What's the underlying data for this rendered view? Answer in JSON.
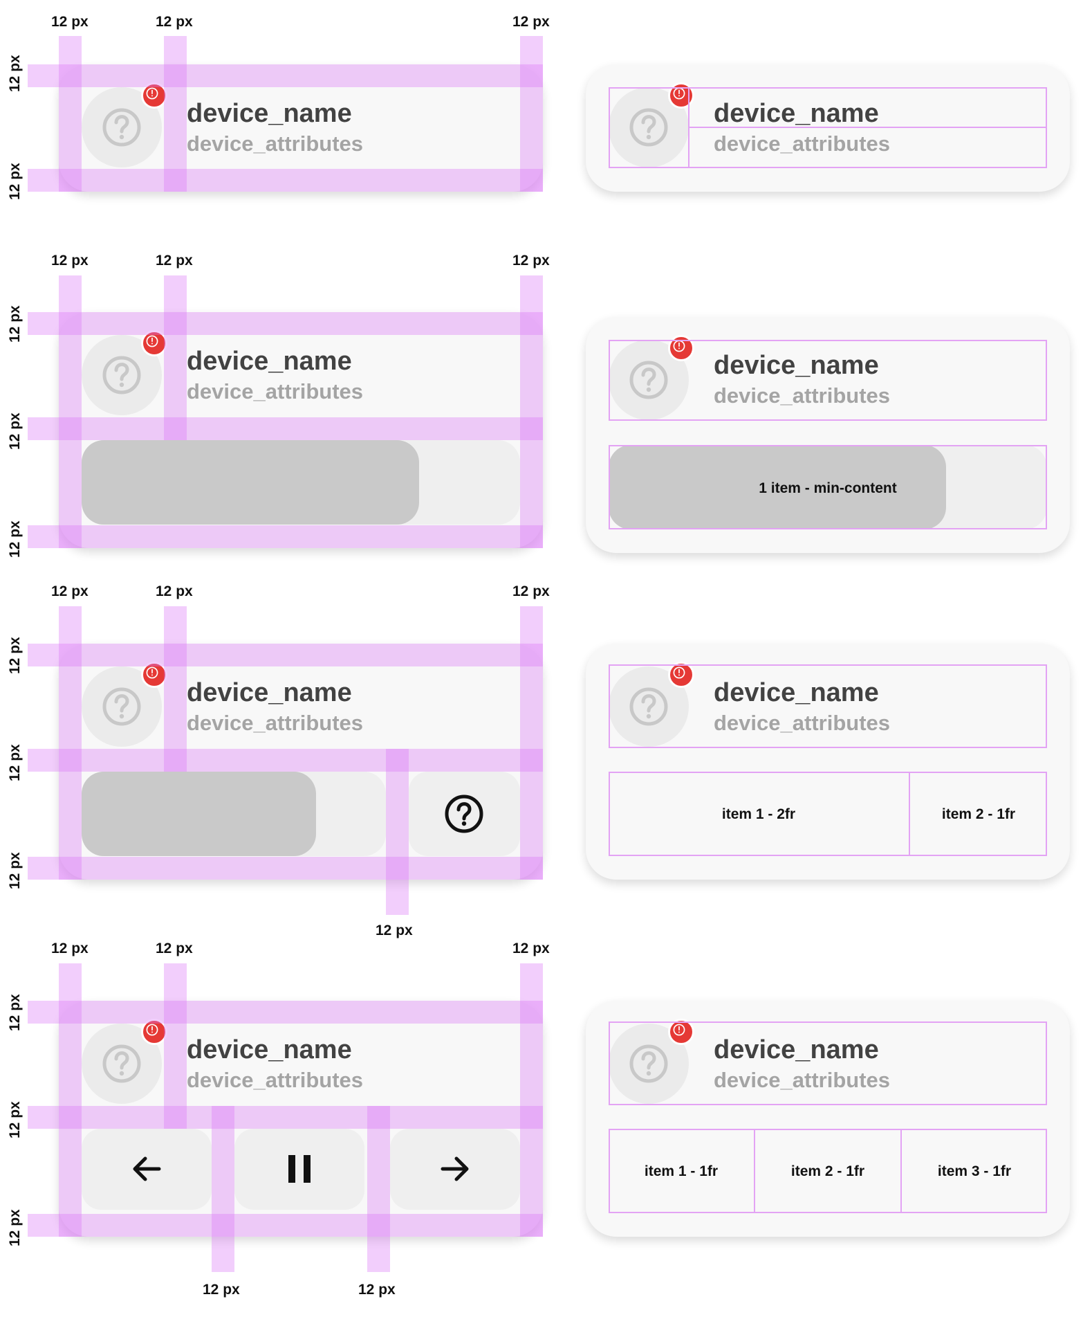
{
  "px_label": "12 px",
  "device": {
    "name": "device_name",
    "attributes": "device_attributes"
  },
  "icons": {
    "device": "help-circle-icon",
    "badge": "alert-icon",
    "back": "arrow-back-icon",
    "pause": "pause-icon",
    "forward": "arrow-forward-icon",
    "help": "help-circle-outline-icon"
  },
  "colors": {
    "guide": "#da78f6",
    "badge": "#e53935",
    "card": "#f8f8f8",
    "slider_fill": "#c9c9c9",
    "slider_track": "#efefef"
  },
  "slider": {
    "fill_fraction": 0.77
  },
  "slider_split": {
    "fill_fraction": 0.77
  },
  "grids": {
    "row2": {
      "item1": "1 item - min-content"
    },
    "row3": {
      "item1": "item 1 - 2fr",
      "item2": "item 2 - 1fr"
    },
    "row4": {
      "item1": "item 1 - 1fr",
      "item2": "item 2 - 1fr",
      "item3": "item 3 - 1fr"
    }
  }
}
